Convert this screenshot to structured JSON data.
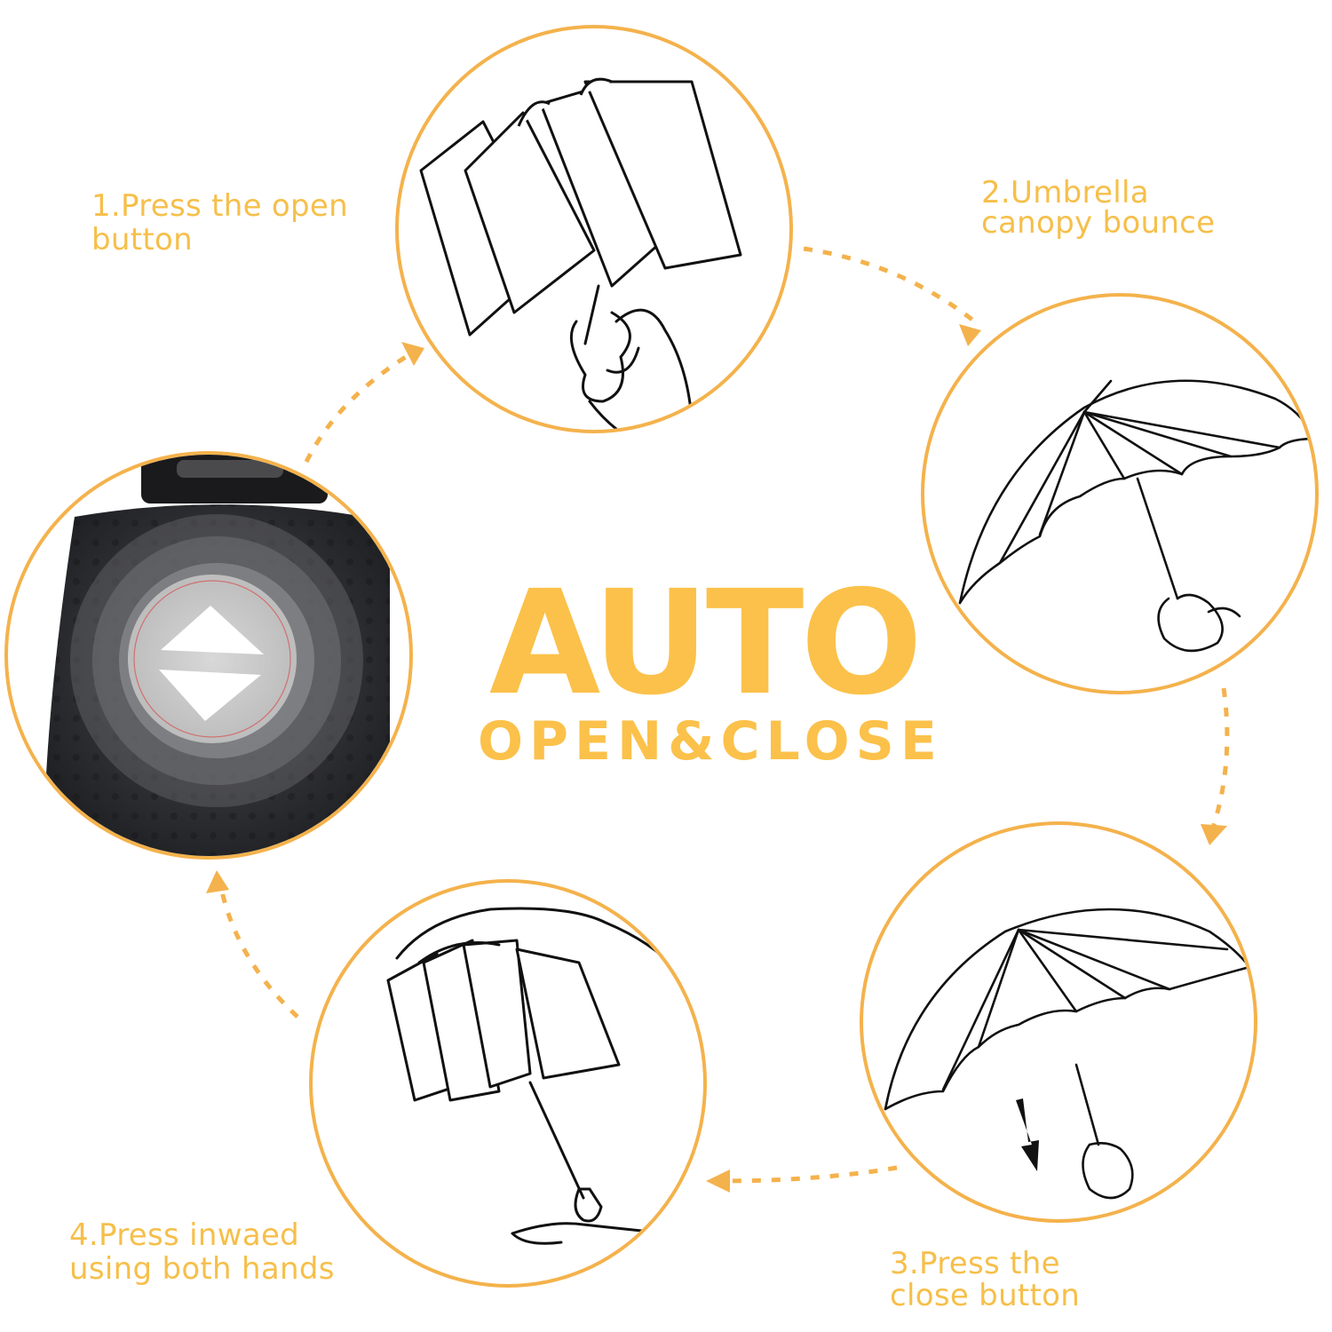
{
  "title": {
    "main": "AUTO",
    "sub": "OPEN&CLOSE"
  },
  "steps": [
    {
      "label": "1.Press the open\nbutton",
      "illustration": "folded-umbrella-hand-press-icon"
    },
    {
      "label": "2.Umbrella\ncanopy bounce",
      "illustration": "open-umbrella-hand-icon"
    },
    {
      "label": "3.Press the\nclose button",
      "illustration": "open-umbrella-press-down-icon"
    },
    {
      "label": "4.Press inwaed\nusing both hands",
      "illustration": "umbrella-closing-both-hands-icon"
    }
  ],
  "center_photo": {
    "subject": "umbrella-handle-button",
    "button_glyph": "up-down-triangles"
  },
  "colors": {
    "accent": "#fbc14a",
    "circle_border": "#f4b24c",
    "arrow": "#f4b24c",
    "line_art": "#111111",
    "handle_dark": "#2a2b2e",
    "button_light": "#c9c9c9",
    "background": "#ffffff"
  }
}
